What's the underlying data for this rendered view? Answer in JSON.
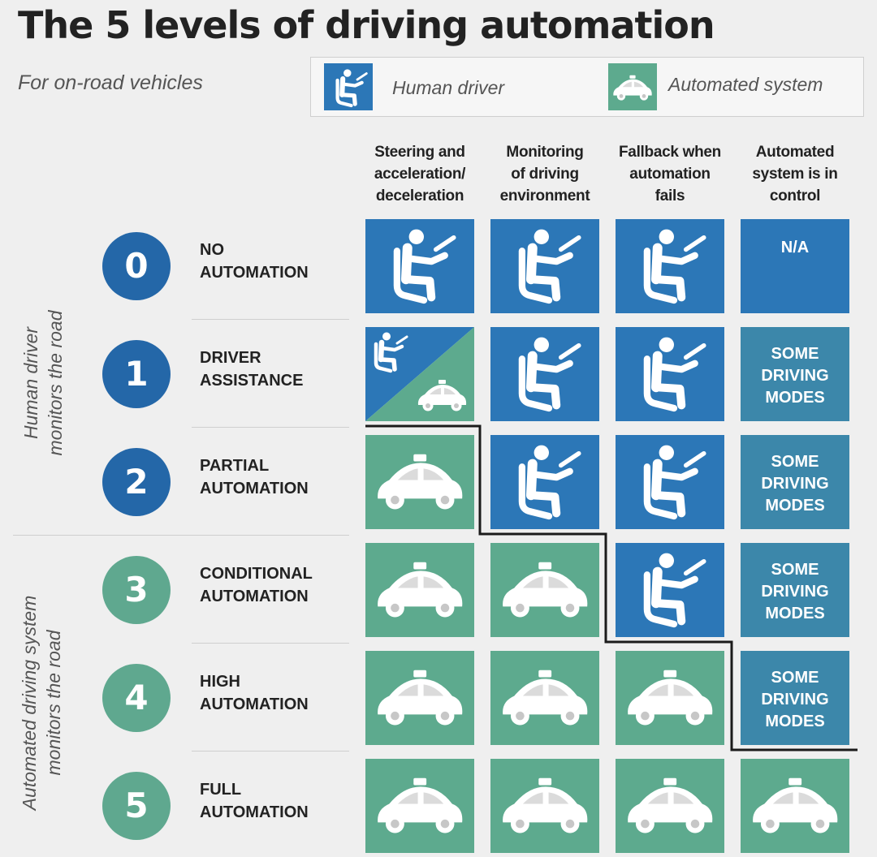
{
  "title": "The 5 levels of driving automation",
  "subtitle": "For on-road vehicles",
  "legend": {
    "human_label": "Human driver",
    "auto_label": "Automated system",
    "human_icon": "seated-driver-icon",
    "auto_icon": "self-driving-car-icon"
  },
  "colors": {
    "human": "#2c77b7",
    "auto": "#5daa8e",
    "text_cell": "#3c87aa",
    "level_human": "#2467a8",
    "level_auto": "#5fa88f"
  },
  "columns": [
    "Steering and\nacceleration/\ndeceleration",
    "Monitoring\nof driving\nenvironment",
    "Fallback when\nautomation\nfails",
    "Automated\nsystem is in\ncontrol"
  ],
  "side_labels": {
    "human_monitors": "Human driver\nmonitors the road",
    "system_monitors": "Automated driving system\nmonitors the road"
  },
  "levels": [
    {
      "number": "0",
      "name": "NO\nAUTOMATION",
      "group": "human",
      "cells": [
        "human",
        "human",
        "human",
        "text"
      ],
      "control": "N/A"
    },
    {
      "number": "1",
      "name": "DRIVER\nASSISTANCE",
      "group": "human",
      "cells": [
        "split",
        "human",
        "human",
        "text"
      ],
      "control": "SOME\nDRIVING\nMODES"
    },
    {
      "number": "2",
      "name": "PARTIAL\nAUTOMATION",
      "group": "human",
      "cells": [
        "auto",
        "human",
        "human",
        "text"
      ],
      "control": "SOME\nDRIVING\nMODES"
    },
    {
      "number": "3",
      "name": "CONDITIONAL\nAUTOMATION",
      "group": "auto",
      "cells": [
        "auto",
        "auto",
        "human",
        "text"
      ],
      "control": "SOME\nDRIVING\nMODES"
    },
    {
      "number": "4",
      "name": "HIGH\nAUTOMATION",
      "group": "auto",
      "cells": [
        "auto",
        "auto",
        "auto",
        "text"
      ],
      "control": "SOME\nDRIVING\nMODES"
    },
    {
      "number": "5",
      "name": "FULL\nAUTOMATION",
      "group": "auto",
      "cells": [
        "auto",
        "auto",
        "auto",
        "auto"
      ],
      "control": ""
    }
  ]
}
